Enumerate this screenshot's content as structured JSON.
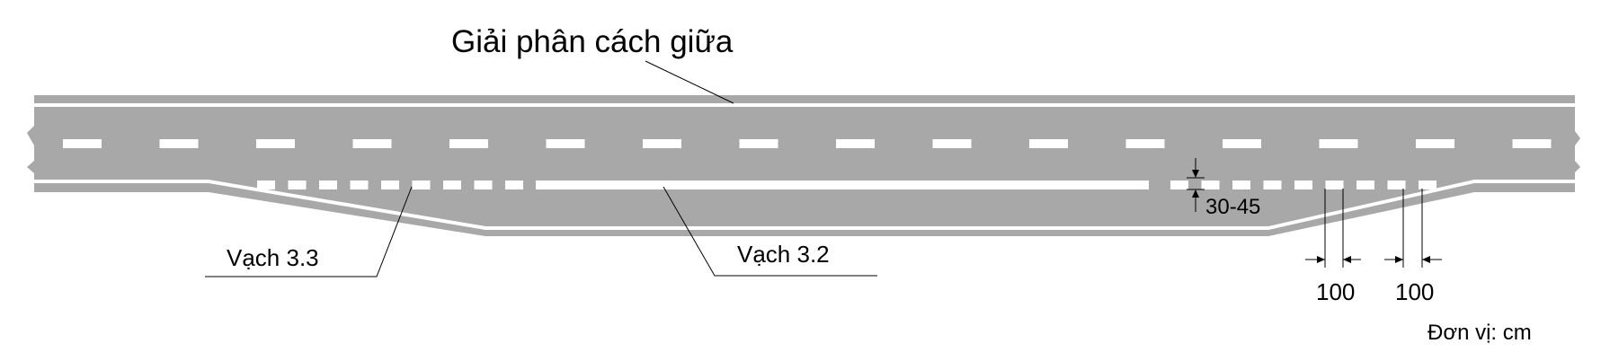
{
  "title": "Giải phân cách giữa",
  "labels": {
    "marking_33": "Vạch 3.3",
    "marking_32": "Vạch 3.2",
    "width_range": "30-45",
    "dim_1": "100",
    "dim_2": "100",
    "unit": "Đơn vị: cm"
  },
  "colors": {
    "road": "#a8a8a8",
    "marking": "#ffffff",
    "line": "#000000"
  }
}
